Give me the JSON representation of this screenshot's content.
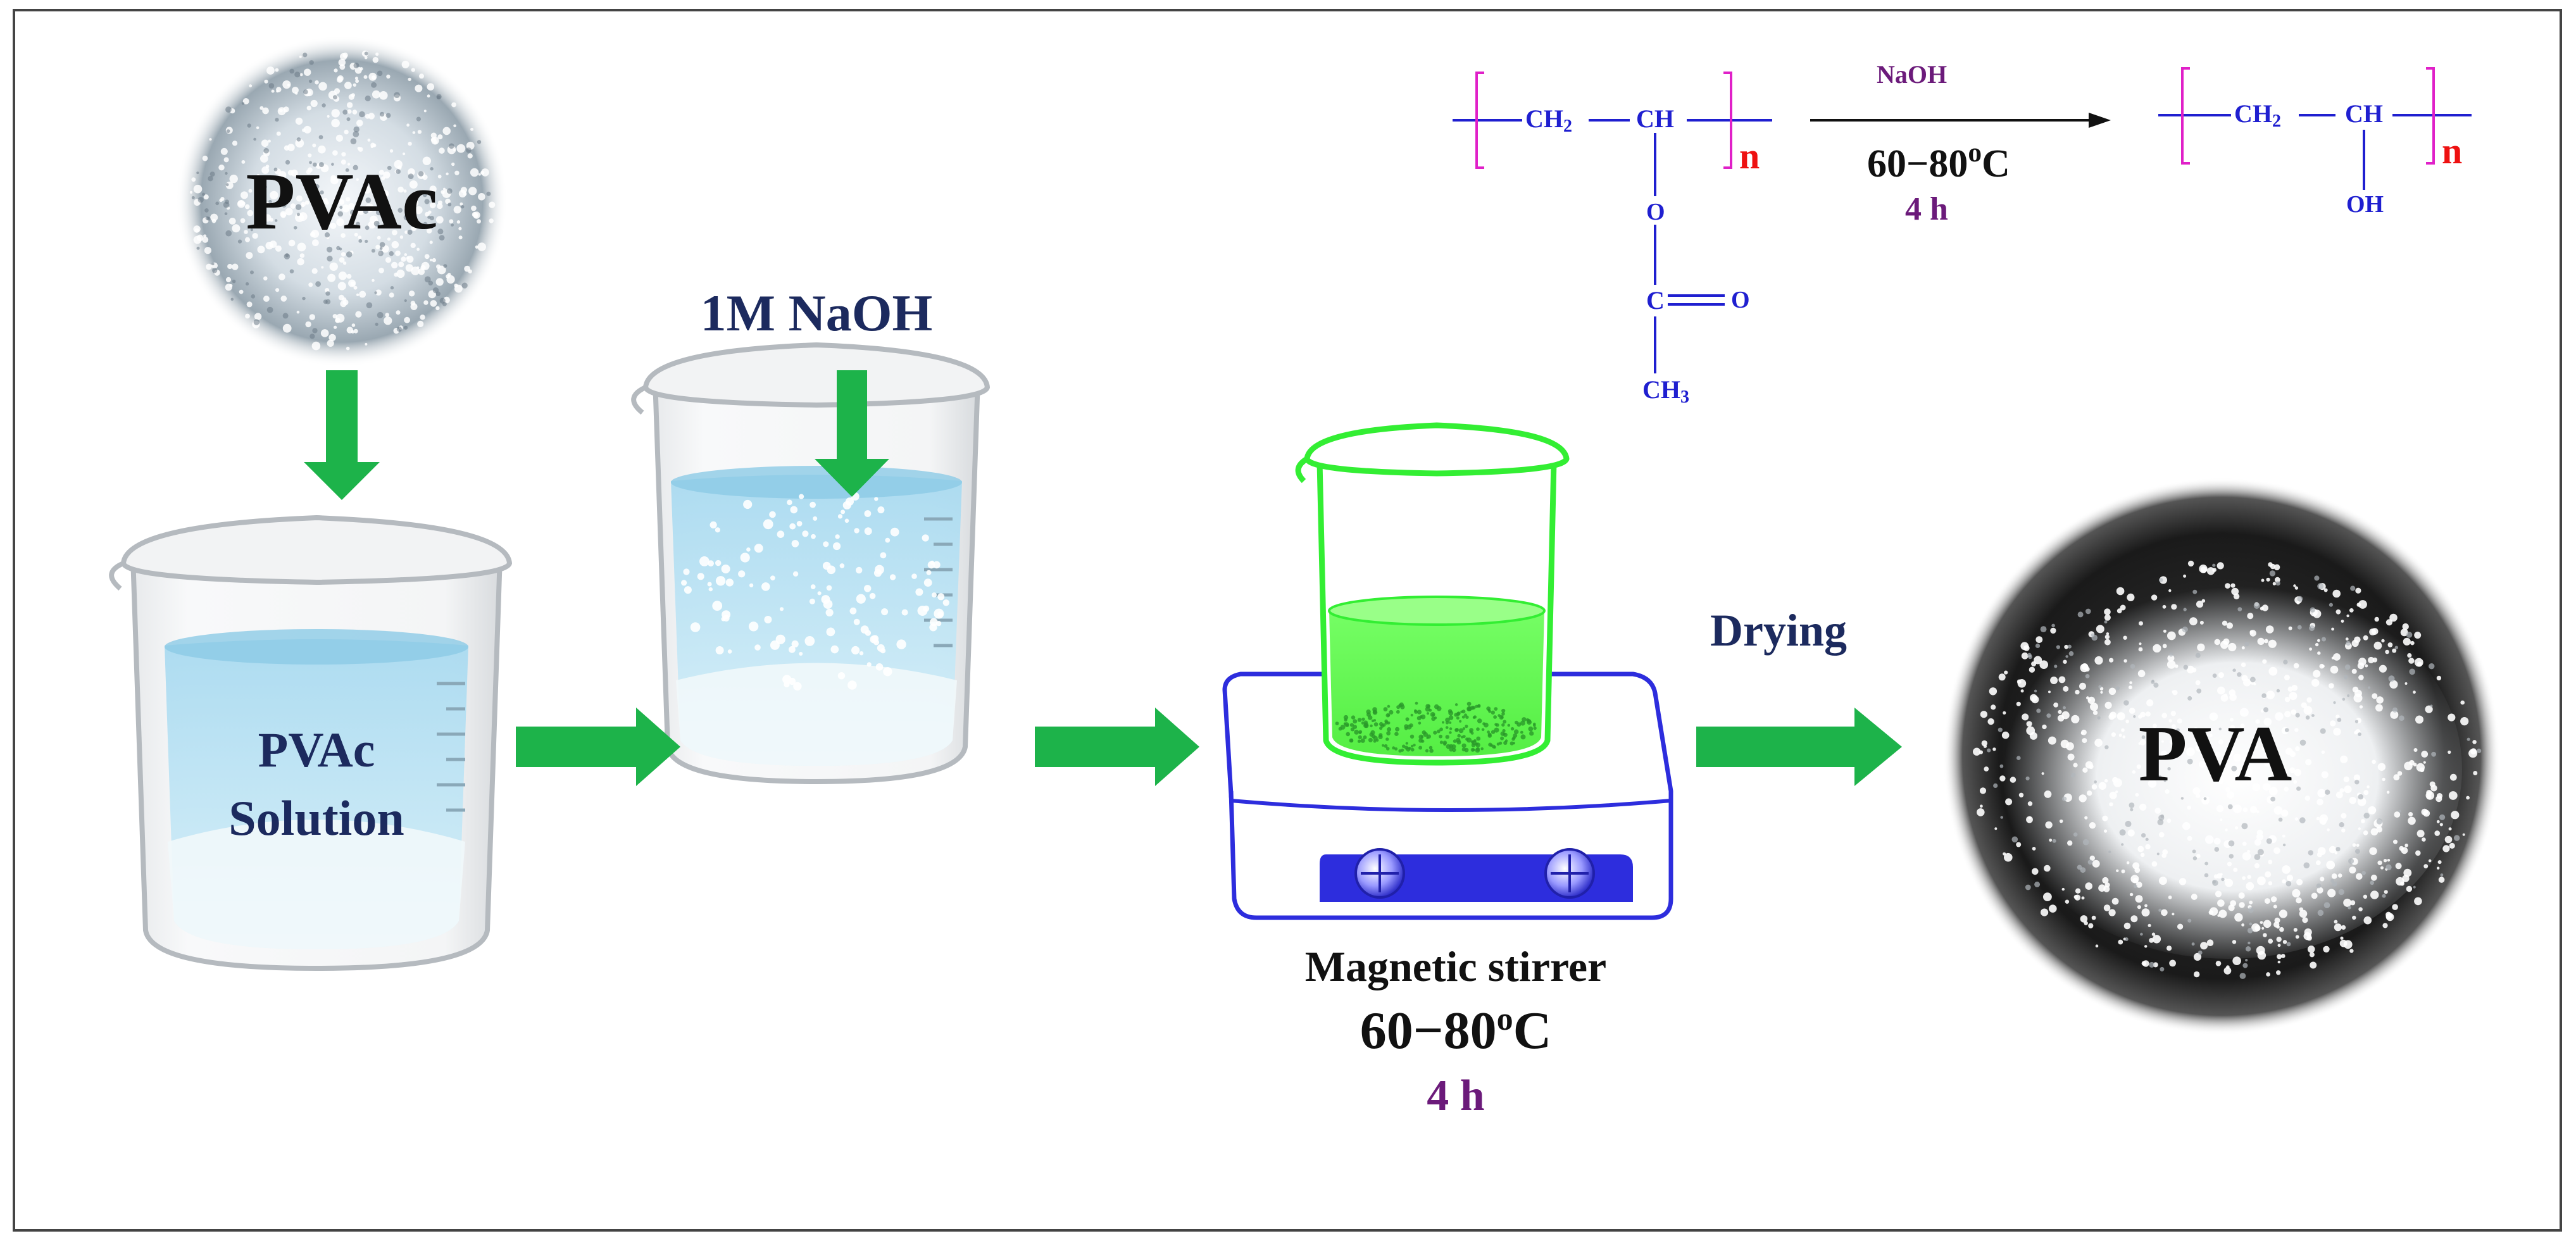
{
  "colors": {
    "arrow_green": "#1db34a",
    "chem_blue": "#1f1fd0",
    "bracket_magenta": "#e020c8",
    "n_red": "#ee1111",
    "label_navy": "#1c2a5e",
    "time_purple": "#6b1a7a",
    "solution_blue": "#9fd6ec",
    "stirrer_green": "#33ee33",
    "stirrer_blue": "#2d2ddd"
  },
  "icons": {
    "pvac_powder": "pvac-powder-photo-icon",
    "pva_powder": "pva-powder-photo-icon",
    "beaker": "beaker-icon",
    "hot_plate": "magnetic-stirrer-icon",
    "process_arrow": "green-arrow-icon"
  },
  "steps": {
    "pvac": "PVAc",
    "solution_line1": "PVAc",
    "solution_line2": "Solution",
    "naoh_label": "1M NaOH",
    "stirrer_label": "Magnetic stirrer",
    "stirrer_temp": "60−80",
    "stirrer_temp_sup": "o",
    "stirrer_temp_unit": "C",
    "stirrer_time": "4 h",
    "drying": "Drying",
    "pva": "PVA"
  },
  "reaction": {
    "reagent": "NaOH",
    "temp": "60−80",
    "temp_sup": "o",
    "temp_unit": "C",
    "time": "4 h",
    "reactant": {
      "ch2": "CH",
      "ch2_sub": "2",
      "ch": "CH",
      "n": "n",
      "o": "O",
      "c": "C",
      "carbonyl_o": "O",
      "ch3": "CH",
      "ch3_sub": "3"
    },
    "product": {
      "ch2": "CH",
      "ch2_sub": "2",
      "ch": "CH",
      "n": "n",
      "oh": "OH"
    }
  }
}
